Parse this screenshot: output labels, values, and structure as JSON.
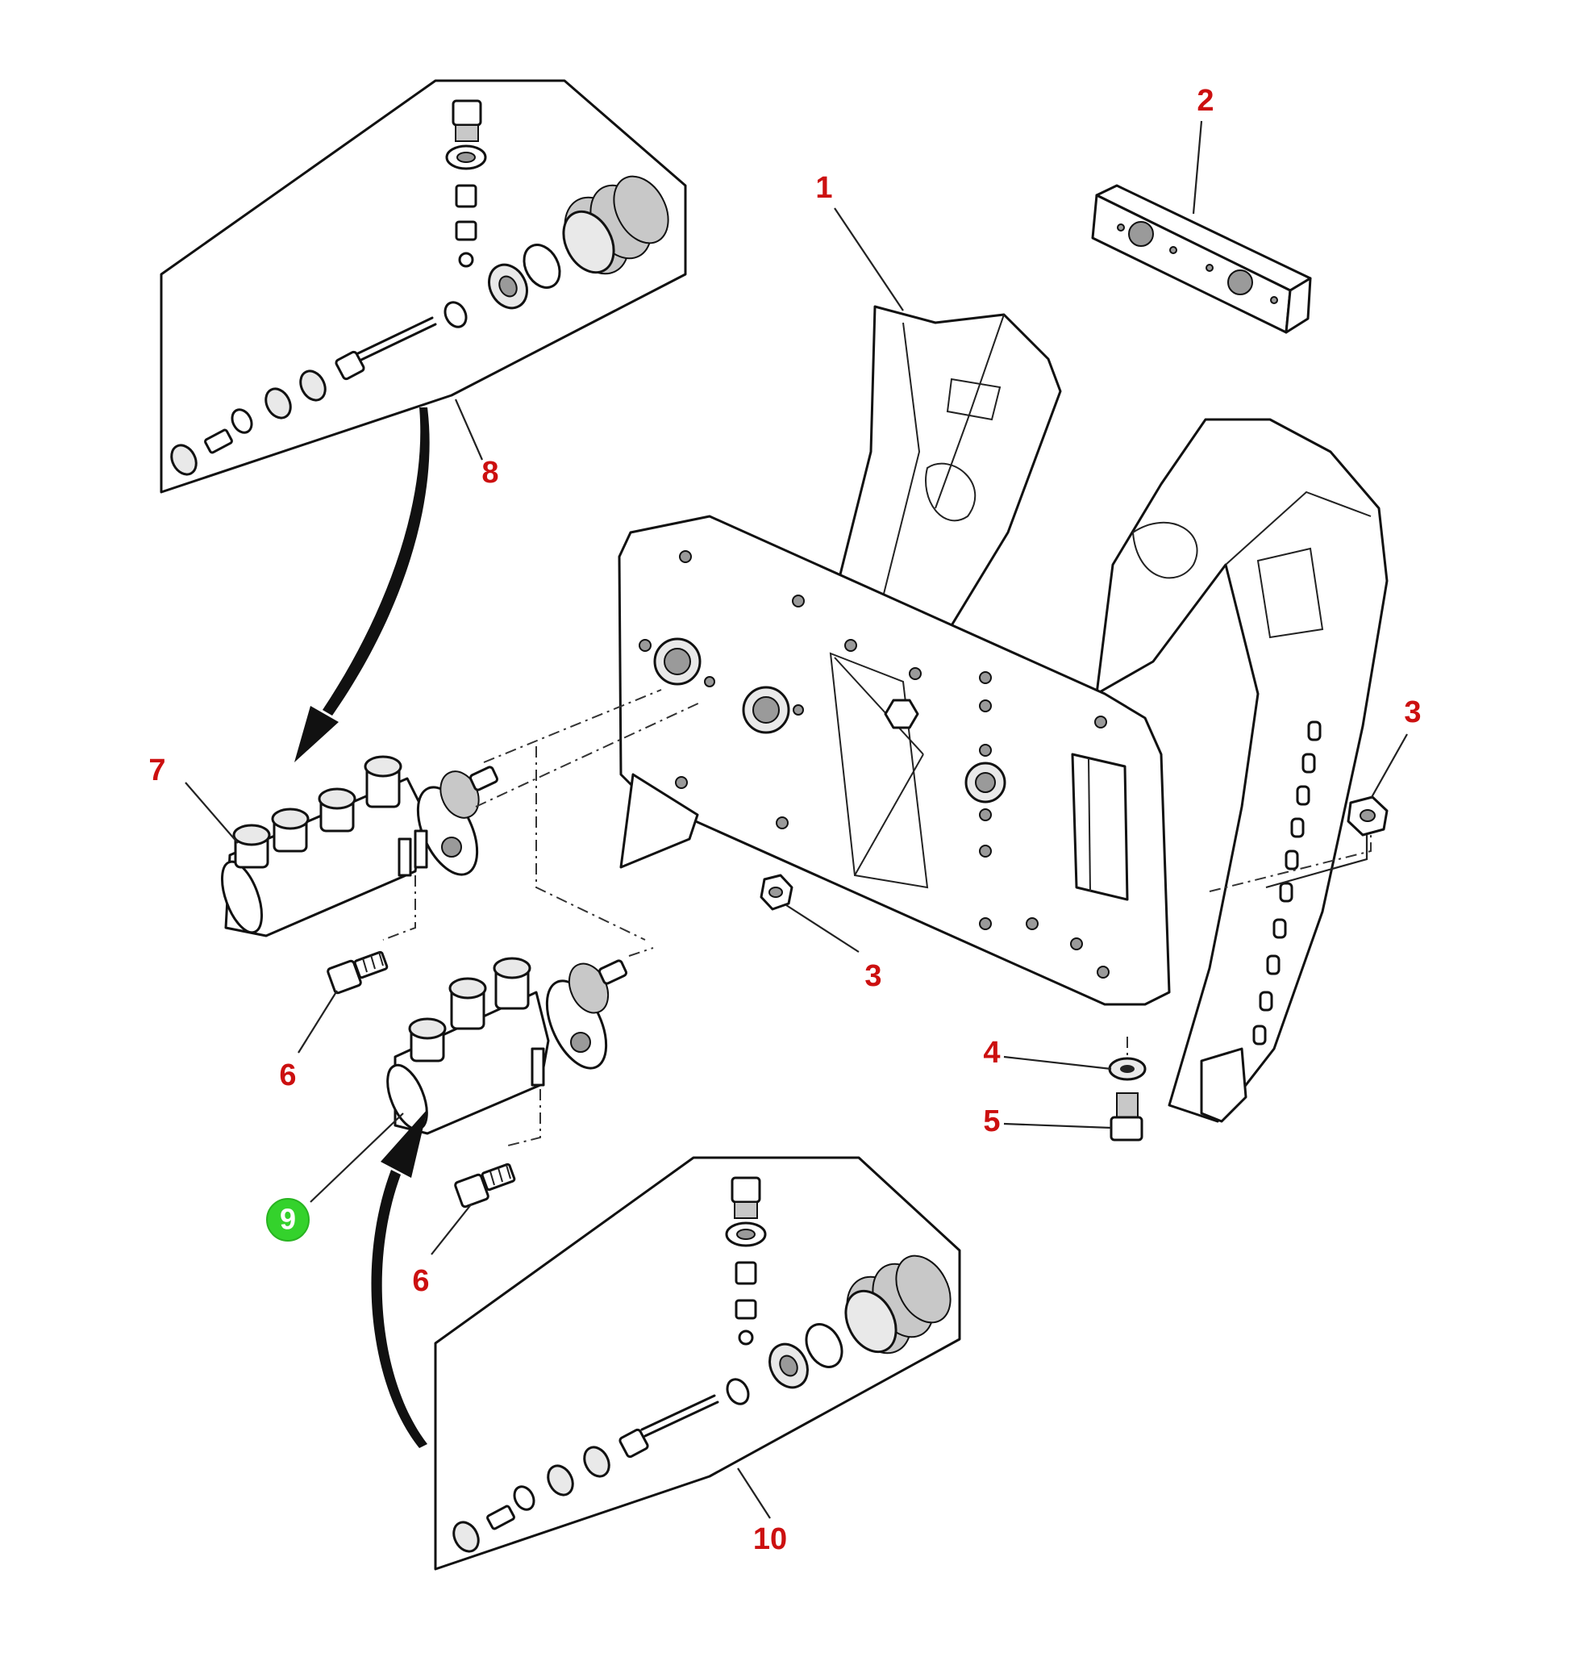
{
  "diagram": {
    "callouts": [
      {
        "id": "c1",
        "label": "1"
      },
      {
        "id": "c2",
        "label": "2"
      },
      {
        "id": "c3a",
        "label": "3"
      },
      {
        "id": "c3b",
        "label": "3"
      },
      {
        "id": "c4",
        "label": "4"
      },
      {
        "id": "c5",
        "label": "5"
      },
      {
        "id": "c6a",
        "label": "6"
      },
      {
        "id": "c6b",
        "label": "6"
      },
      {
        "id": "c7",
        "label": "7"
      },
      {
        "id": "c8",
        "label": "8"
      },
      {
        "id": "c9",
        "label": "9",
        "highlighted": true
      },
      {
        "id": "c10",
        "label": "10"
      }
    ],
    "colors": {
      "callout": "#cc1010",
      "highlight": "#34d22c",
      "line": "#111111"
    }
  }
}
